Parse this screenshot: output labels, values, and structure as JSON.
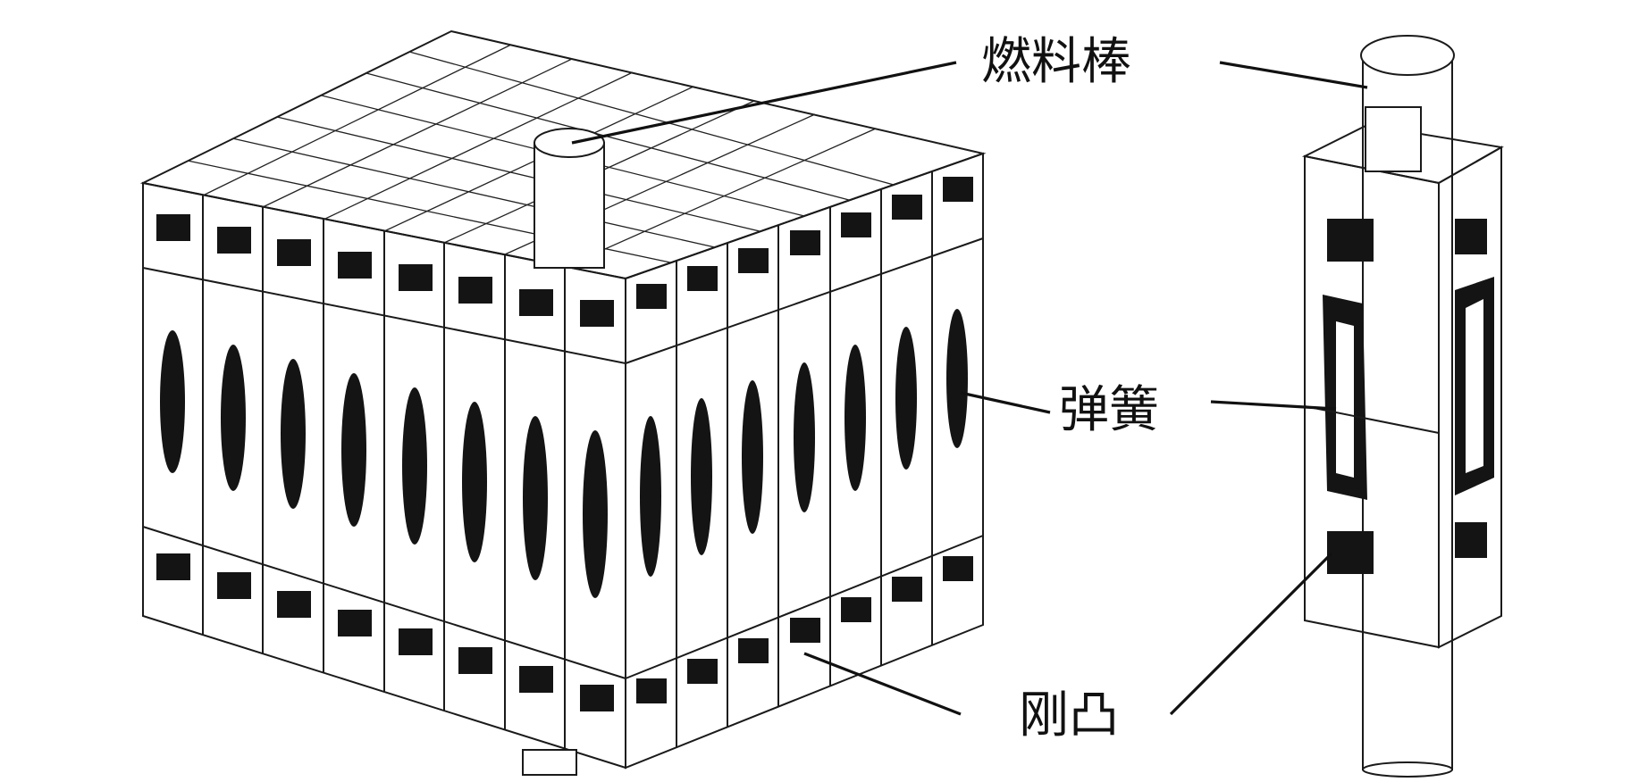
{
  "labels": {
    "fuel_rod": "燃料棒",
    "spring": "弹簧",
    "dimple": "刚凸"
  },
  "colors": {
    "line": "#111111",
    "background": "#ffffff",
    "rod_fill": "#ffffff"
  },
  "icons": {
    "grid_assembly": "spacer-grid-assembly-illustration",
    "single_cell": "single-grid-cell-with-rod-illustration"
  }
}
